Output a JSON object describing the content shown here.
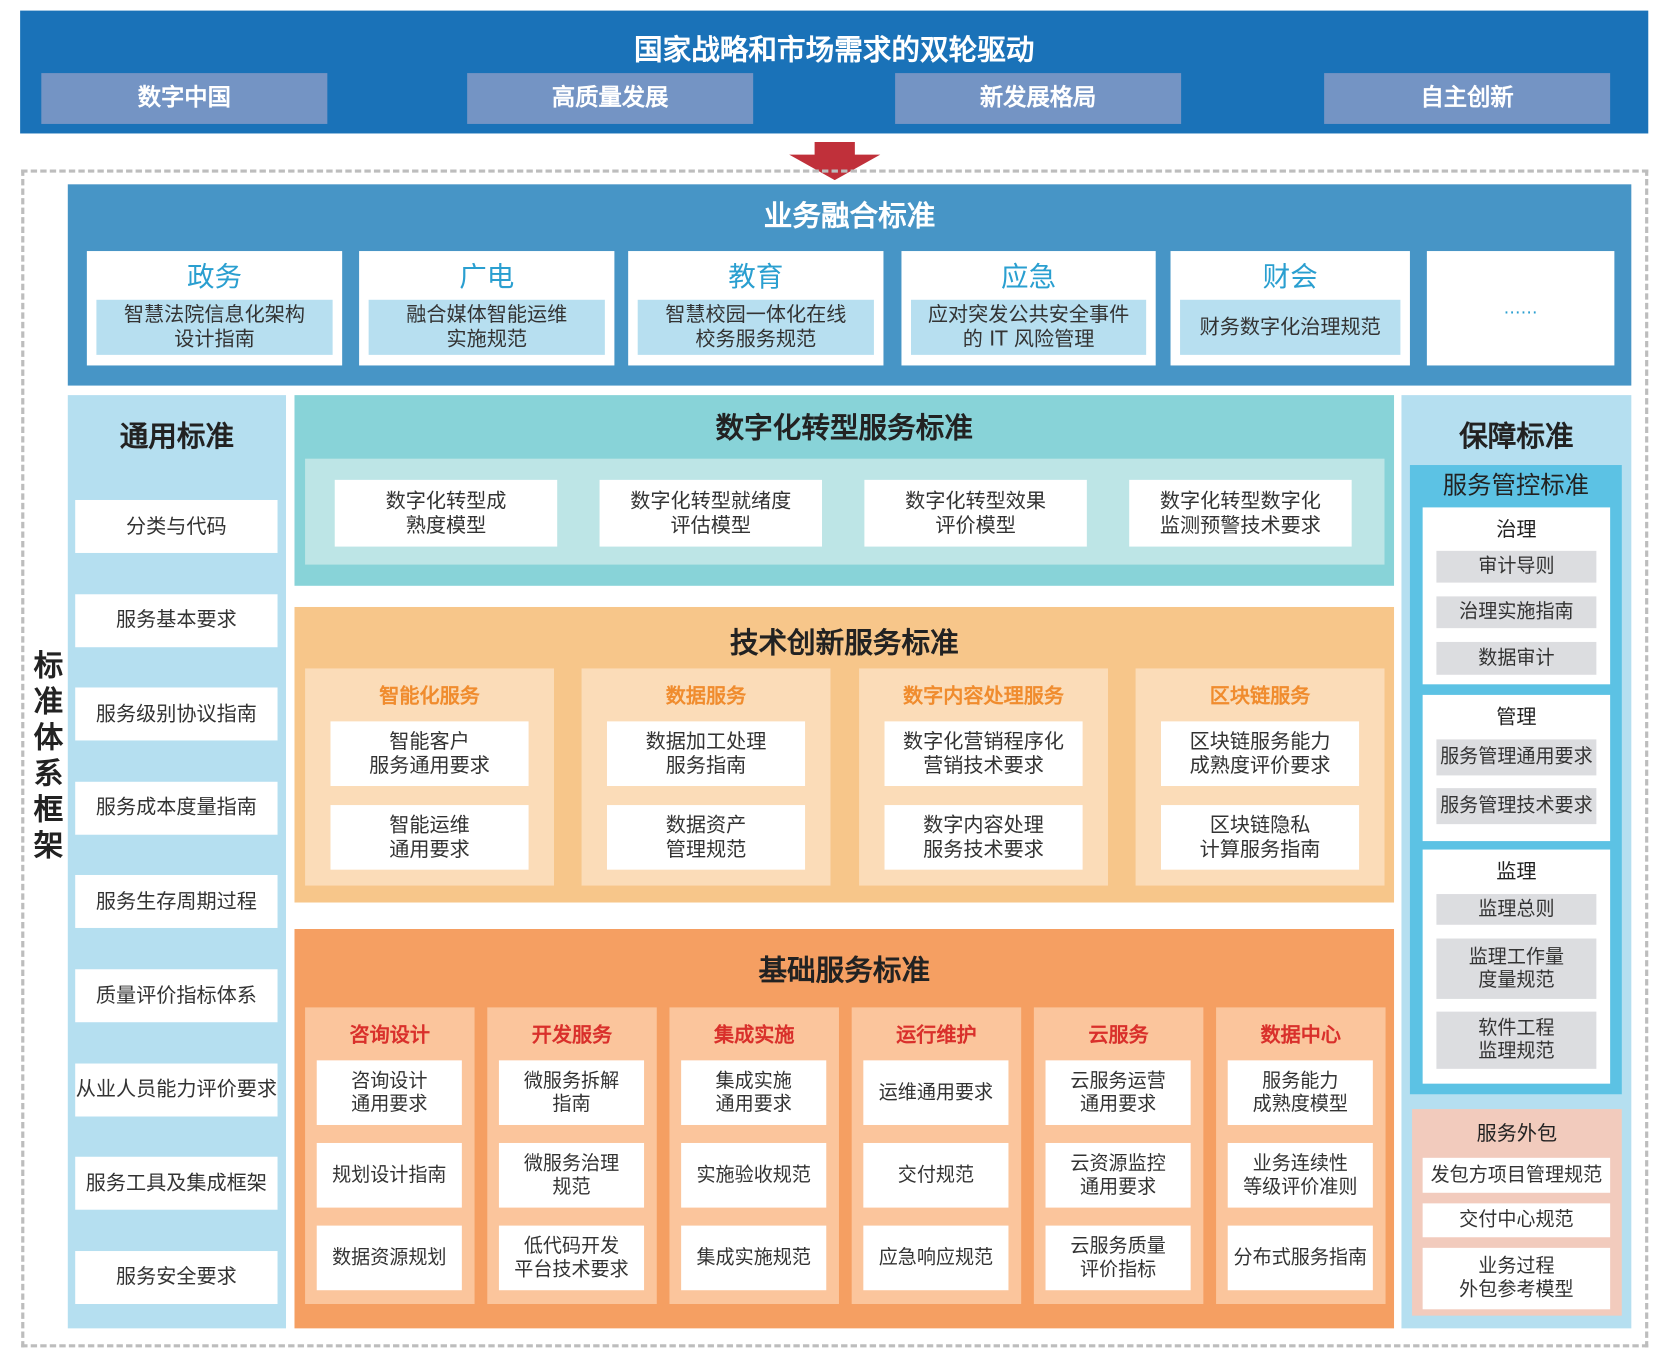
{
  "header": {
    "title": "国家战略和市场需求的双轮驱动",
    "drivers": [
      "数字中国",
      "高质量发展",
      "新发展格局",
      "自主创新"
    ]
  },
  "frame_label": "标准体系框架",
  "business": {
    "title": "业务融合标准",
    "cards": [
      {
        "title": "政务",
        "desc": "智慧法院信息化架构\n设计指南"
      },
      {
        "title": "广电",
        "desc": "融合媒体智能运维\n实施规范"
      },
      {
        "title": "教育",
        "desc": "智慧校园一体化在线\n校务服务规范"
      },
      {
        "title": "应急",
        "desc": "应对突发公共安全事件\n的 IT 风险管理"
      },
      {
        "title": "财会",
        "desc": "财务数字化治理规范"
      }
    ],
    "ellipsis": "……"
  },
  "general": {
    "title": "通用标准",
    "items": [
      "分类与代码",
      "服务基本要求",
      "服务级别协议指南",
      "服务成本度量指南",
      "服务生存周期过程",
      "质量评价指标体系",
      "从业人员能力评价要求",
      "服务工具及集成框架",
      "服务安全要求"
    ]
  },
  "digital": {
    "title": "数字化转型服务标准",
    "items": [
      "数字化转型成\n熟度模型",
      "数字化转型就绪度\n评估模型",
      "数字化转型效果\n评价模型",
      "数字化转型数字化\n监测预警技术要求"
    ]
  },
  "tech": {
    "title": "技术创新服务标准",
    "columns": [
      {
        "head": "智能化服务",
        "items": [
          "智能客户\n服务通用要求",
          "智能运维\n通用要求"
        ]
      },
      {
        "head": "数据服务",
        "items": [
          "数据加工处理\n服务指南",
          "数据资产\n管理规范"
        ]
      },
      {
        "head": "数字内容处理服务",
        "items": [
          "数字化营销程序化\n营销技术要求",
          "数字内容处理\n服务技术要求"
        ]
      },
      {
        "head": "区块链服务",
        "items": [
          "区块链服务能力\n成熟度评价要求",
          "区块链隐私\n计算服务指南"
        ]
      }
    ]
  },
  "base": {
    "title": "基础服务标准",
    "columns": [
      {
        "head": "咨询设计",
        "items": [
          "咨询设计\n通用要求",
          "规划设计指南",
          "数据资源规划"
        ]
      },
      {
        "head": "开发服务",
        "items": [
          "微服务拆解\n指南",
          "微服务治理\n规范",
          "低代码开发\n平台技术要求"
        ]
      },
      {
        "head": "集成实施",
        "items": [
          "集成实施\n通用要求",
          "实施验收规范",
          "集成实施规范"
        ]
      },
      {
        "head": "运行维护",
        "items": [
          "运维通用要求",
          "交付规范",
          "应急响应规范"
        ]
      },
      {
        "head": "云服务",
        "items": [
          "云服务运营\n通用要求",
          "云资源监控\n通用要求",
          "云服务质量\n评价指标"
        ]
      },
      {
        "head": "数据中心",
        "items": [
          "服务能力\n成熟度模型",
          "业务连续性\n等级评价准则",
          "分布式服务指南"
        ]
      }
    ]
  },
  "guarantee": {
    "title": "保障标准",
    "control": {
      "title": "服务管控标准",
      "groups": [
        {
          "title": "治理",
          "items": [
            "审计导则",
            "治理实施指南",
            "数据审计"
          ]
        },
        {
          "title": "管理",
          "items": [
            "服务管理通用要求",
            "服务管理技术要求"
          ]
        },
        {
          "title": "监理",
          "items": [
            "监理总则",
            "监理工作量\n度量规范",
            "软件工程\n监理规范"
          ]
        }
      ]
    },
    "outsourcing": {
      "title": "服务外包",
      "items": [
        "发包方项目管理规范",
        "交付中心规范",
        "业务过程\n外包参考模型"
      ]
    }
  },
  "colors": {
    "top_band": "#1a72b8",
    "driver": "#7494c4",
    "arrow": "#c0303a",
    "business": "#4795c6",
    "business_title": "#2a9fd0",
    "general": "#b5dff0",
    "digital": "#88d3d8",
    "tech": "#f7c68a",
    "tech_head": "#f08c2e",
    "base": "#f59f62",
    "base_head": "#d9302b",
    "control": "#5cc2e4",
    "outsourcing": "#f2cbbd"
  }
}
